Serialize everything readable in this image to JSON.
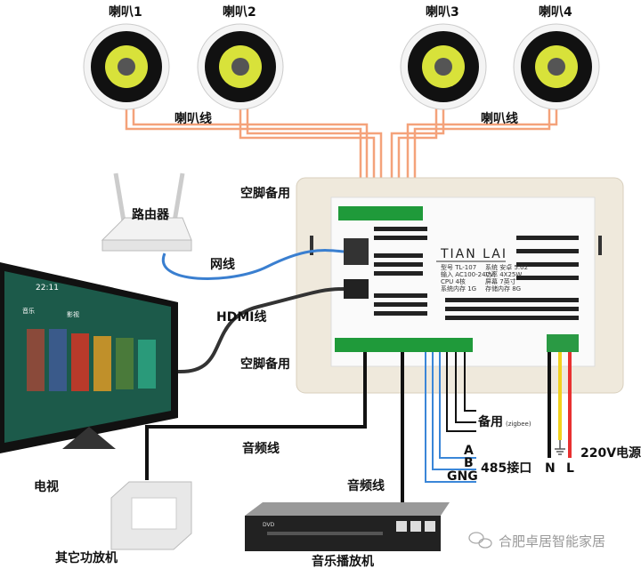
{
  "speakers": [
    {
      "label": "喇叭1"
    },
    {
      "label": "喇叭2"
    },
    {
      "label": "喇叭3"
    },
    {
      "label": "喇叭4"
    }
  ],
  "speaker_wire_label": "喇叭线",
  "spare_pin_label": "空脚备用",
  "router_label": "路由器",
  "network_cable_label": "网线",
  "hdmi_cable_label": "HDMI线",
  "audio_cable_label": "音频线",
  "tv": {
    "label": "电视",
    "time": "22:11",
    "tabs": [
      "音乐",
      "影视"
    ]
  },
  "amplifier_label": "其它功放机",
  "player": {
    "label": "音乐播放机",
    "brand": "DVD"
  },
  "device": {
    "brand": "TIAN LAI",
    "specs": [
      "型号 TL-107",
      "系统 安卓 5.02",
      "输入 AC100-240V",
      "功率 4X25W",
      "CPU 4核",
      "屏幕 7英寸",
      "系统内存 1G",
      "存储内存 8G"
    ]
  },
  "zigbee_label": "备用",
  "zigbee_sub": "(zigbee)",
  "rs485": {
    "a": "A",
    "b": "B",
    "gnd": "GNG",
    "label": "485接口"
  },
  "power": {
    "label": "220V电源",
    "n": "N",
    "l": "L"
  },
  "watermark": "合肥卓居智能家居",
  "colors": {
    "speaker_wire": "#f4a27a",
    "network": "#3a7fd0",
    "rs485": "#3a86d8",
    "terminal": "#1f9a3a",
    "live": "#e83030",
    "earth": "#f2d21c"
  }
}
